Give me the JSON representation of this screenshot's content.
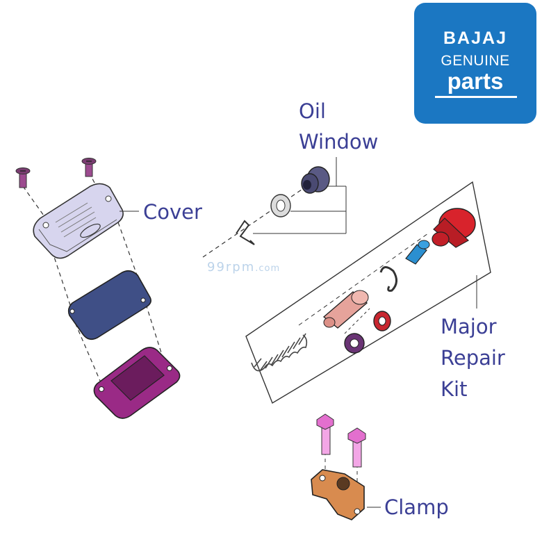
{
  "logo": {
    "line1": "BAJAJ",
    "line2": "GENUINE",
    "line3": "parts",
    "bg_color": "#1b77c2"
  },
  "labels": {
    "oil_window": [
      "Oil",
      "Window"
    ],
    "cover": "Cover",
    "major_repair_kit": [
      "Major",
      "Repair",
      "Kit"
    ],
    "clamp": "Clamp"
  },
  "label_color": "#3b3f95",
  "watermark": {
    "main": "99rpm",
    "suffix": ".com"
  },
  "part_colors": {
    "screw": "#9c4b8f",
    "cover": "#d7d5ee",
    "diaphragm": "#3f4f86",
    "cap_base": "#9a2a86",
    "oil_window": "#4a4a72",
    "boot": "#d8232c",
    "pushrod": "#2b8fd0",
    "piston": "#e6a39b",
    "seal_red": "#c8262f",
    "seal_purple": "#6a3475",
    "clamp": "#d88b4f",
    "bolt": "#e36fce"
  }
}
